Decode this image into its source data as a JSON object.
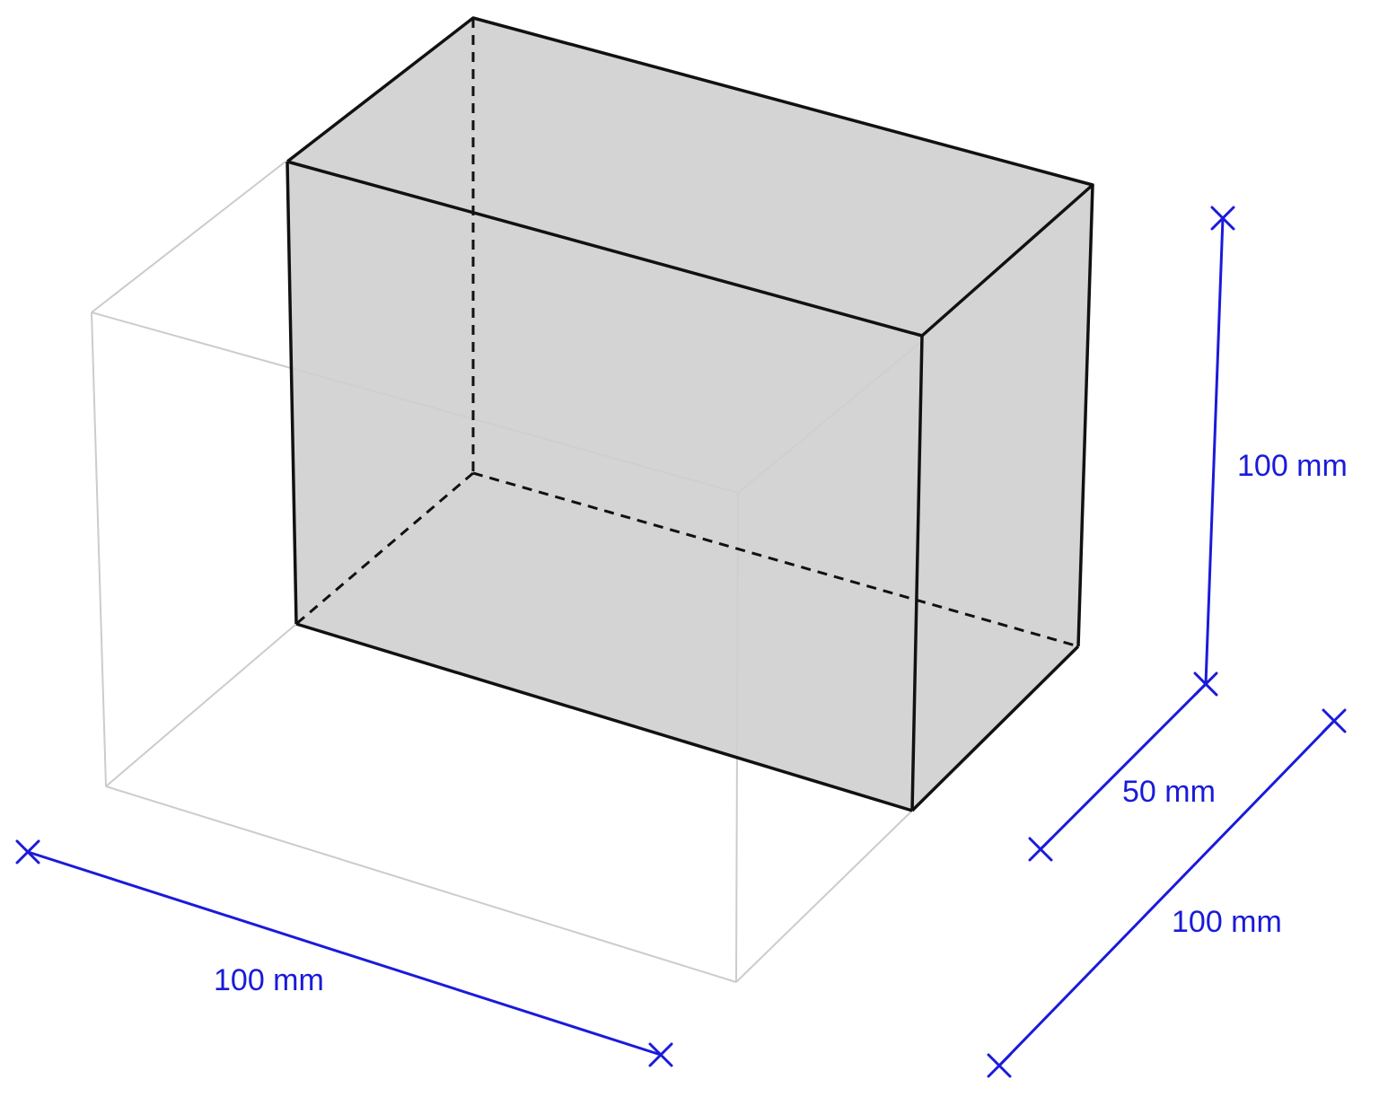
{
  "colors": {
    "dimension": "#1a1adb",
    "box_edge": "#111111",
    "box_fill": "#cfcfcf",
    "outline_box": "#cccccc",
    "background": "#ffffff"
  },
  "dimensions": {
    "height_label": "100 mm",
    "depth_inner_label": "50 mm",
    "depth_outer_label": "100 mm",
    "width_label": "100 mm"
  }
}
